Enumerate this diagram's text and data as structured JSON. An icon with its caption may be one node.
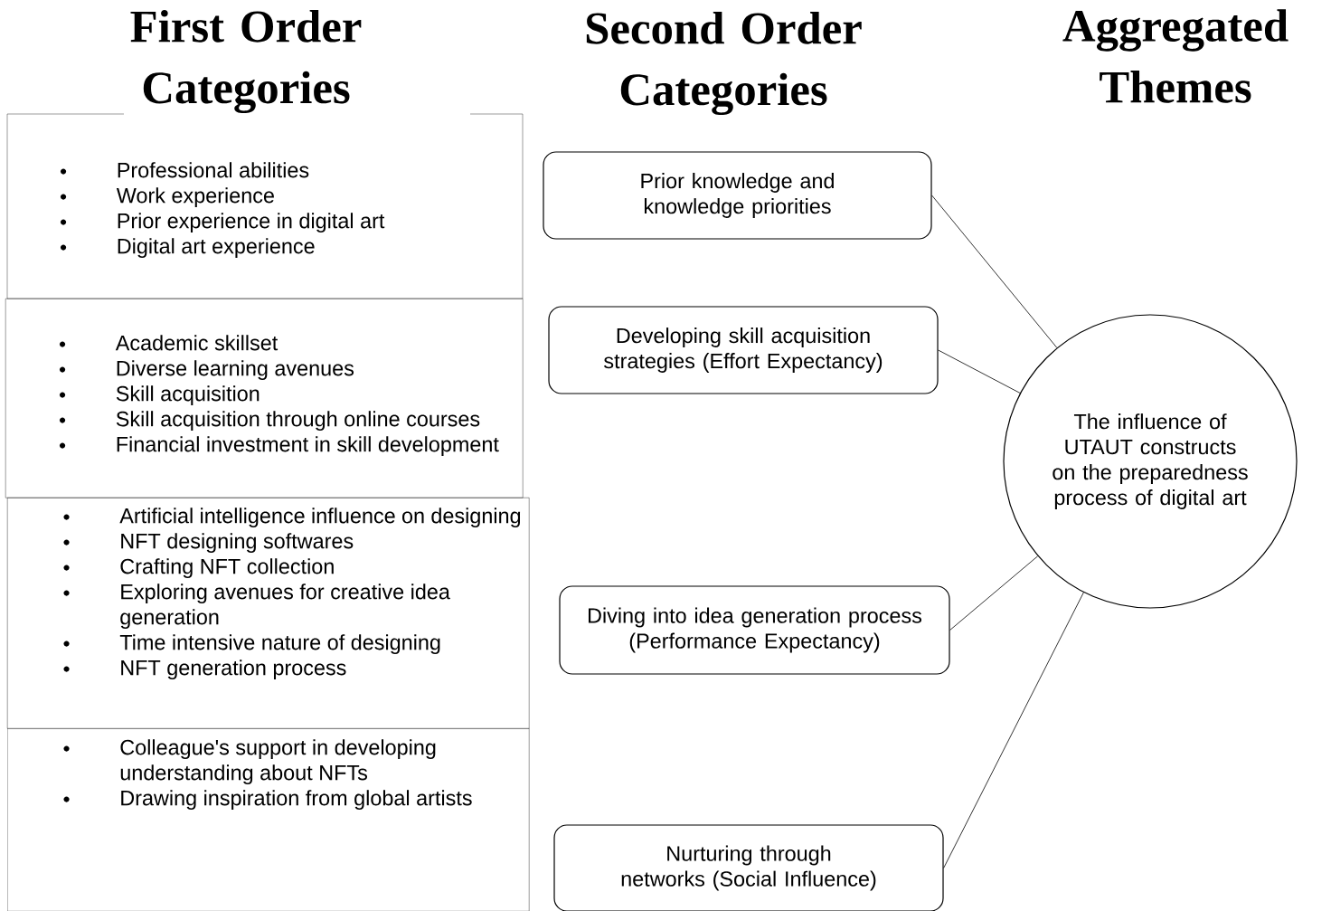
{
  "diagram": {
    "nodes": [
      {
        "text": [
          "Professional abilities",
          "Work experience",
          "Prior experience in digital art",
          "Digital art experience"
        ]
      },
      {
        "text": [
          "Academic skillset",
          "Diverse learning avenues",
          "Skill acquisition",
          "Skill acquisition through online courses",
          "Financial investment in skill development"
        ]
      },
      {
        "text": [
          "Artificial intelligence influence on designing",
          "NFT designing softwares",
          "Crafting NFT collection",
          "Exploring avenues for creative idea generation",
          "Time intensive nature of designing",
          "NFT generation process"
        ]
      },
      {
        "text": [
          "Colleague's support in developing understanding about NFTs",
          "Drawing inspiration from global artists"
        ]
      },
      {
        "text": [
          "Prior knowledge and knowledge priorities"
        ]
      },
      {
        "text": [
          "Developing skill acquisition strategies (Effort Expectancy)"
        ]
      },
      {
        "text": [
          "Diving into idea generation process (Performance Expectancy)"
        ]
      },
      {
        "text": [
          "Nurturing through networks (Social Influence)"
        ]
      },
      {
        "text": [
          "The influence of UTAUT constructs on the preparedness process of digital art"
        ]
      }
    ],
    "edges": [
      {
        "from": 4,
        "to": 8,
        "arrow": "none"
      },
      {
        "from": 5,
        "to": 8,
        "arrow": "none"
      },
      {
        "from": 6,
        "to": 8,
        "arrow": "none"
      },
      {
        "from": 7,
        "to": 8,
        "arrow": "none"
      }
    ],
    "labels": [
      "First Order Categories",
      "Second Order Categories",
      "Aggregated Themes"
    ]
  }
}
